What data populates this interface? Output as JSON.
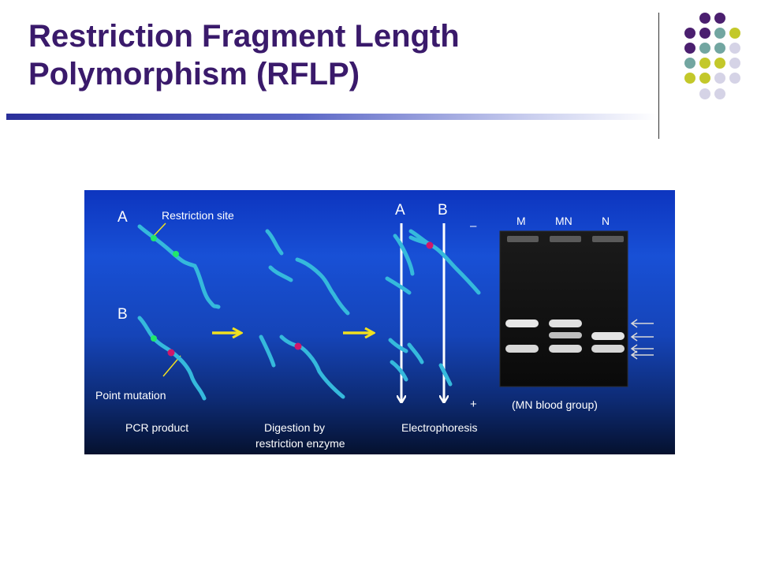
{
  "slide": {
    "title_line1": "Restriction Fragment Length",
    "title_line2": "Polymorphism (RFLP)"
  },
  "theme": {
    "title_color": "#3a1a6b",
    "dot_colors": [
      "#4b1f6f",
      "#72a6a1",
      "#c3c82a",
      "#d5d3e6"
    ]
  },
  "figure": {
    "label_a": "A",
    "label_b": "B",
    "restriction_site": "Restriction site",
    "point_mutation": "Point mutation",
    "pcr_product": "PCR product",
    "digestion_line1": "Digestion by",
    "digestion_line2": "restriction enzyme",
    "electro_a": "A",
    "electro_b": "B",
    "minus": "–",
    "plus": "+",
    "electrophoresis": "Electrophoresis",
    "lane_m": "M",
    "lane_mn": "MN",
    "lane_n": "N",
    "gel_caption": "(MN blood group)"
  }
}
